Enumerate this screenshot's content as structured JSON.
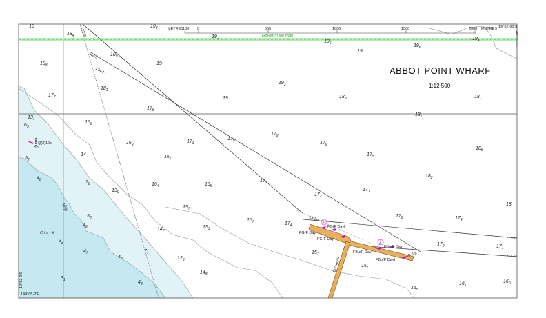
{
  "chart": {
    "title": "ABBOT POINT WHARF",
    "scale": "1:12 500",
    "boundary_label": "GBRMP (see Note)",
    "scale_bar": {
      "units_left": "METRES",
      "units_right": "METRES",
      "ticks": [
        "100",
        "0",
        "500",
        "1000",
        "1500",
        "2000"
      ]
    },
    "edge_note_top": "19°52·65'S",
    "edge_note_bottom": "148°05·2'E",
    "edge_note_right": "148°06·5'E",
    "edge_note_left": "19°52·9'S",
    "light_label": "Q(3)10s",
    "light_sub": "Bn",
    "place_name": "Clark",
    "bearing_1": "273·1°",
    "bearing_2": "273·6°",
    "track_bearing_a": "122·5°",
    "track_bearing_b": "124·1°",
    "track_bearing_c": "122·9°",
    "berth_1": "1",
    "berth_2": "2",
    "berth_depth_1": "19·8m",
    "berth_depth_2": "18·8m",
    "conveyor": "Conveyor",
    "lights": [
      "FG(F Dayl",
      "FG(F Dayl",
      "FG(F Dayl",
      "FBu(F Dayl",
      "FBu(F Dayl",
      "FBu(F Dayl"
    ],
    "colors": {
      "deep_shoal": "#c5e8f1",
      "shoal": "#e2f3f8",
      "boundary": "#7fdc7f",
      "wharf": "#e8b05a",
      "light": "#d000d0"
    }
  },
  "soundings": [
    {
      "d": "19",
      "s": ""
    },
    {
      "d": "18",
      "s": "4"
    },
    {
      "d": "19",
      "s": "8"
    },
    {
      "d": "19",
      "s": "6"
    },
    {
      "d": "19",
      "s": "2"
    },
    {
      "d": "19",
      "s": "6"
    },
    {
      "d": "19",
      "s": "4"
    },
    {
      "d": "18",
      "s": "9"
    },
    {
      "d": "18",
      "s": "8"
    },
    {
      "d": "19",
      "s": "1"
    },
    {
      "d": "19",
      "s": ""
    },
    {
      "d": "19",
      "s": "3"
    },
    {
      "d": "18",
      "s": "1"
    },
    {
      "d": "17",
      "s": "7"
    },
    {
      "d": "19",
      "s": ""
    },
    {
      "d": "18",
      "s": "9"
    },
    {
      "d": "18",
      "s": "7"
    },
    {
      "d": "18",
      "s": "7"
    },
    {
      "d": "17",
      "s": "8"
    },
    {
      "d": "13",
      "s": "1"
    },
    {
      "d": "6",
      "s": "3"
    },
    {
      "d": "16",
      "s": "8"
    },
    {
      "d": "16",
      "s": "9"
    },
    {
      "d": "17",
      "s": "3"
    },
    {
      "d": "17",
      "s": "6"
    },
    {
      "d": "17",
      "s": "8"
    },
    {
      "d": "17",
      "s": "6"
    },
    {
      "d": "18",
      "s": "5"
    },
    {
      "d": "5",
      "s": "2"
    },
    {
      "d": "14",
      "s": ""
    },
    {
      "d": "16",
      "s": "7"
    },
    {
      "d": "17",
      "s": "5"
    },
    {
      "d": "4",
      "s": "8"
    },
    {
      "d": "7",
      "s": "8"
    },
    {
      "d": "16",
      "s": "4"
    },
    {
      "d": "16",
      "s": "5"
    },
    {
      "d": "17",
      "s": "1"
    },
    {
      "d": "17",
      "s": "2"
    },
    {
      "d": "17",
      "s": "1"
    },
    {
      "d": "18",
      "s": "2"
    },
    {
      "d": "13",
      "s": "9"
    },
    {
      "d": "3",
      "s": "8"
    },
    {
      "d": "3",
      "s": "5"
    },
    {
      "d": "18",
      "s": ""
    },
    {
      "d": "5",
      "s": "8"
    },
    {
      "d": "15",
      "s": "7"
    },
    {
      "d": "4",
      "s": "8"
    },
    {
      "d": "14",
      "s": "7"
    },
    {
      "d": "15",
      "s": "3"
    },
    {
      "d": "16",
      "s": "7"
    },
    {
      "d": "17",
      "s": "4"
    },
    {
      "d": "17",
      "s": "2"
    },
    {
      "d": "17",
      "s": "4"
    },
    {
      "d": "3",
      "s": "2"
    },
    {
      "d": "4",
      "s": "7"
    },
    {
      "d": "4",
      "s": "8"
    },
    {
      "d": "7",
      "s": "1"
    },
    {
      "d": "15",
      "s": "7"
    },
    {
      "d": "12",
      "s": "3"
    },
    {
      "d": "17",
      "s": "2"
    },
    {
      "d": "17",
      "s": "1"
    },
    {
      "d": "15",
      "s": "7"
    },
    {
      "d": "3",
      "s": "1"
    },
    {
      "d": "4",
      "s": "8"
    },
    {
      "d": "14",
      "s": "8"
    },
    {
      "d": "16",
      "s": "1"
    },
    {
      "d": "16",
      "s": "0"
    },
    {
      "d": "15",
      "s": "5"
    }
  ]
}
